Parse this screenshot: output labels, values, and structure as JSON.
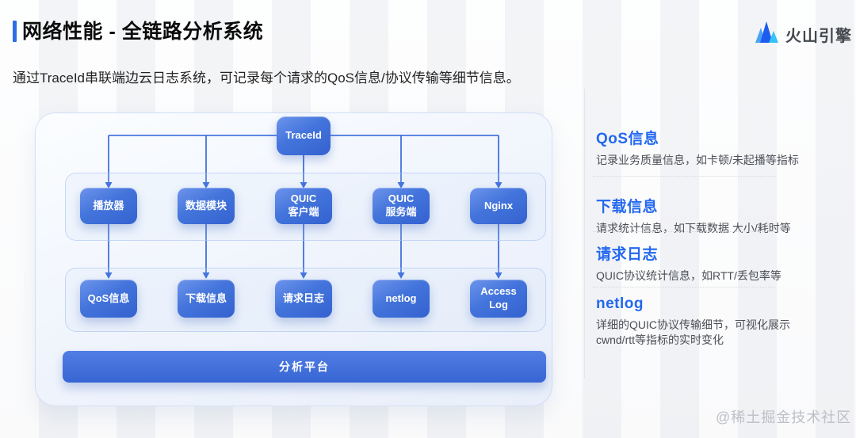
{
  "header": {
    "title": "网络性能 - 全链路分析系统",
    "subtitle": "通过TraceId串联端边云日志系统，可记录每个请求的QoS信息/协议传输等细节信息。",
    "logo_text": "火山引擎"
  },
  "diagram": {
    "trace_node": "TraceId",
    "row1": [
      "播放器",
      "数据模块",
      "QUIC\n客户端",
      "QUIC\n服务端",
      "Nginx"
    ],
    "row2": [
      "QoS信息",
      "下载信息",
      "请求日志",
      "netlog",
      "Access\nLog"
    ],
    "platform": "分析平台"
  },
  "sidebar": {
    "sections": [
      {
        "title": "QoS信息",
        "desc": "记录业务质量信息，如卡顿/未起播等指标"
      },
      {
        "title": "下载信息",
        "desc": "请求统计信息，如下载数据 大小/耗时等"
      },
      {
        "title": "请求日志",
        "desc": "QUIC协议统计信息，如RTT/丢包率等"
      },
      {
        "title": "netlog",
        "desc": "详细的QUIC协议传输细节，可视化展示\ncwnd/rtt等指标的实时变化"
      }
    ]
  },
  "watermark": "@稀土掘金技术社区",
  "colors": {
    "accent_blue": "#2e6be5",
    "node_blue": "#3f6fd8",
    "heading_blue": "#2368ef",
    "wire_blue": "#2b61d8"
  }
}
